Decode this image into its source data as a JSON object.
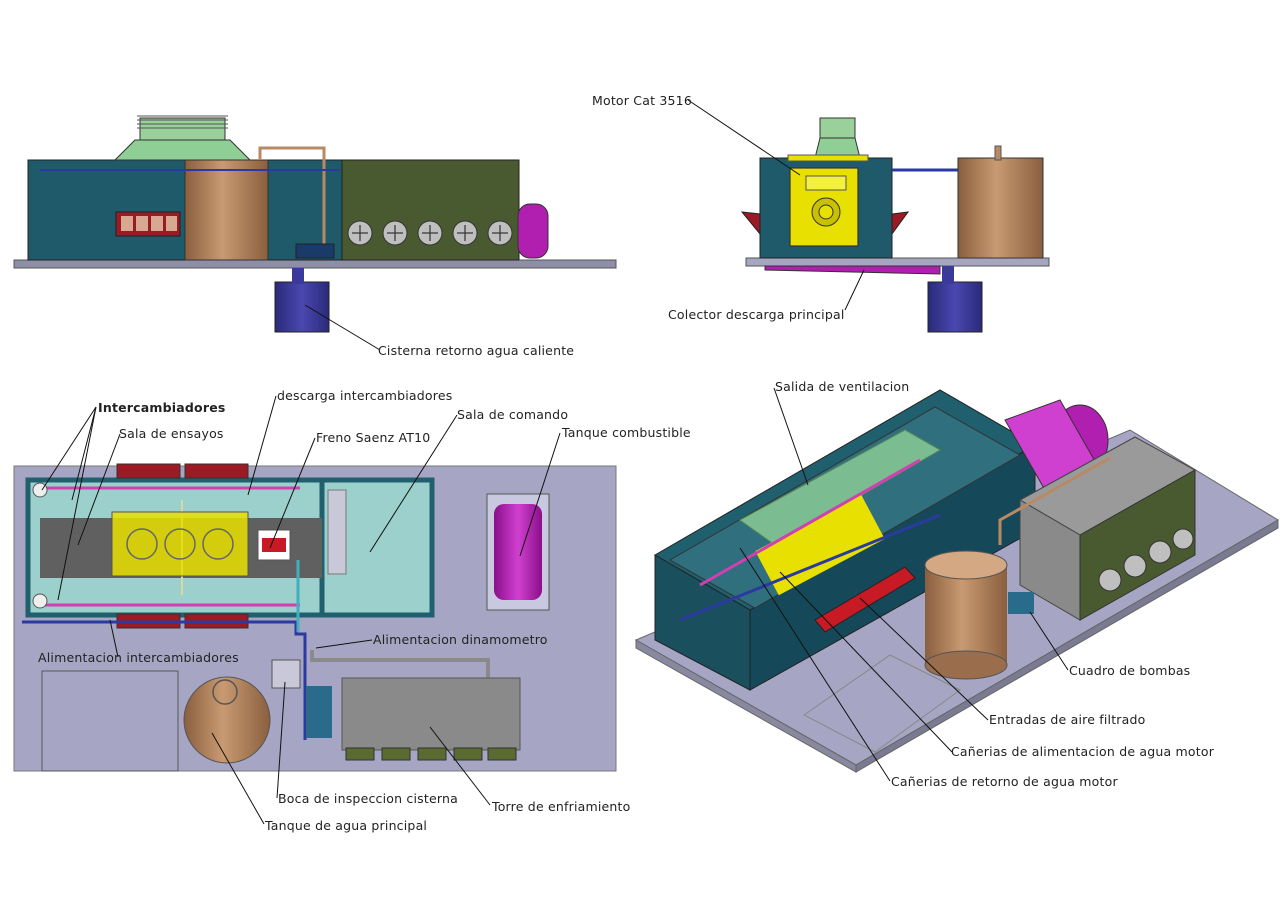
{
  "labels": {
    "motor_cat": "Motor Cat 3516",
    "colector_descarga": "Colector descarga principal",
    "cisterna_retorno": "Cisterna retorno agua caliente",
    "intercambiadores": "Intercambiadores",
    "sala_ensayos": "Sala de ensayos",
    "descarga_intercambiadores": "descarga intercambiadores",
    "freno_saenz": "Freno Saenz AT10",
    "sala_comando": "Sala de comando",
    "tanque_combustible": "Tanque combustible",
    "alimentacion_dinamometro": "Alimentacion dinamometro",
    "alimentacion_intercambiadores": "Alimentacion intercambiadores",
    "boca_inspeccion": "Boca de inspeccion cisterna",
    "torre_enfriamiento": "Torre de enfriamiento",
    "tanque_agua": "Tanque de agua principal",
    "salida_ventilacion": "Salida de ventilacion",
    "cuadro_bombas": "Cuadro de bombas",
    "entradas_aire": "Entradas de aire filtrado",
    "canerias_alimentacion": "Cañerias de alimentacion de agua motor",
    "canerias_retorno": "Cañerias de retorno de agua motor"
  },
  "colors": {
    "room_blue": "#1f5f6e",
    "cooling_tower": "#4a5a30",
    "tank_copper": "#b88a64",
    "cistern_blue": "#3b3a9a",
    "fuel_magenta": "#b01fb0",
    "engine_yellow": "#e8e000",
    "platform_gray": "#a6a6c0",
    "vent_green": "#9ad09a",
    "intake_red": "#9c1a24",
    "control_room": "#9cd0cc"
  }
}
